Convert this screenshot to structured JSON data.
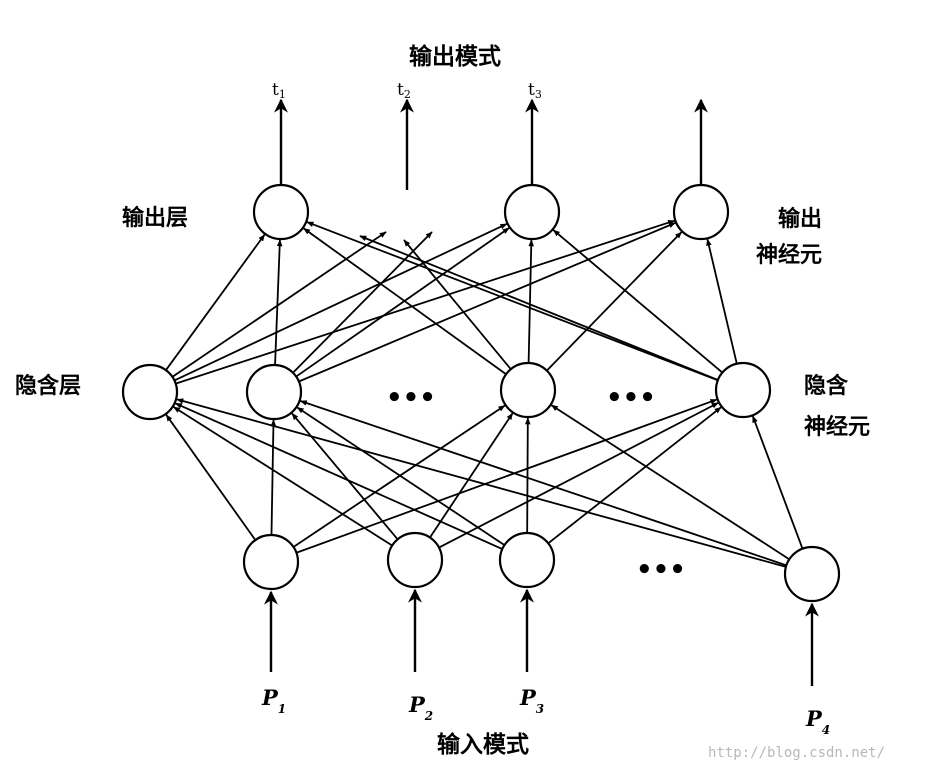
{
  "diagram": {
    "output_pattern_label": "输出模式",
    "input_pattern_label": "输入模式",
    "output_layer_label": "输出层",
    "hidden_layer_label": "隐含层",
    "output_neuron_label_line1": "输出",
    "output_neuron_label_line2": "神经元",
    "hidden_neuron_label_line1": "隐含",
    "hidden_neuron_label_line2": "神经元",
    "outputs": [
      {
        "label": "t",
        "sub": "1"
      },
      {
        "label": "t",
        "sub": "2"
      },
      {
        "label": "t",
        "sub": "3"
      }
    ],
    "inputs": [
      {
        "label": "P",
        "sub": "1"
      },
      {
        "label": "P",
        "sub": "2"
      },
      {
        "label": "P",
        "sub": "3"
      },
      {
        "label": "P",
        "sub": "4"
      }
    ],
    "ellipsis": "•••",
    "watermark": "http://blog.csdn.net/"
  }
}
